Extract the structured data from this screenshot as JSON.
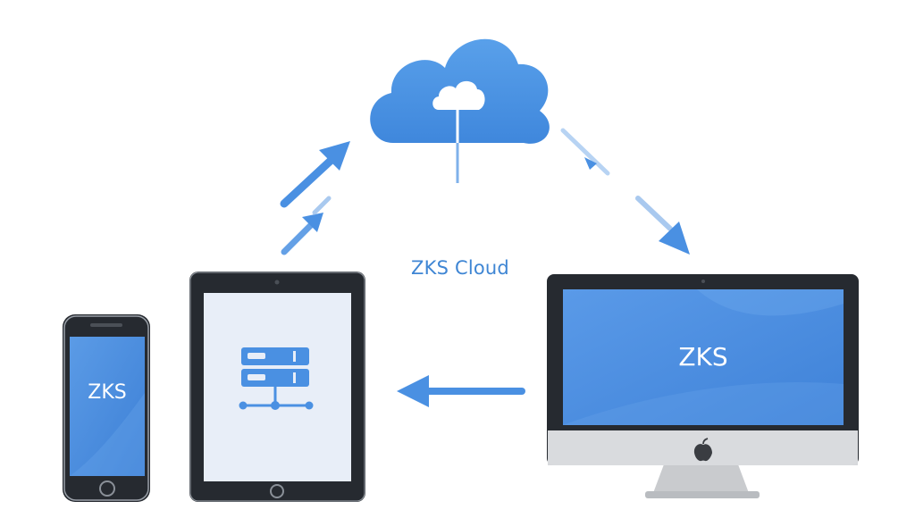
{
  "diagram": {
    "cloud_caption": "ZKS Cloud",
    "phone_label": "ZKS",
    "monitor_label": "ZKS",
    "nodes": [
      "cloud",
      "tablet-server",
      "phone",
      "desktop-monitor"
    ],
    "flows": [
      {
        "from": "tablet-server",
        "to": "cloud"
      },
      {
        "from": "cloud",
        "to": "desktop-monitor"
      },
      {
        "from": "desktop-monitor",
        "to": "tablet-server"
      }
    ]
  },
  "colors": {
    "accent": "#4a90e2",
    "screen_blue": "#4d8fe4",
    "device_frame": "#262a30",
    "tablet_screen": "#e8eef8",
    "monitor_stand": "#c9cbce"
  },
  "icons": [
    "cloud-icon",
    "server-icon",
    "apple-logo-icon",
    "home-button-icon"
  ]
}
